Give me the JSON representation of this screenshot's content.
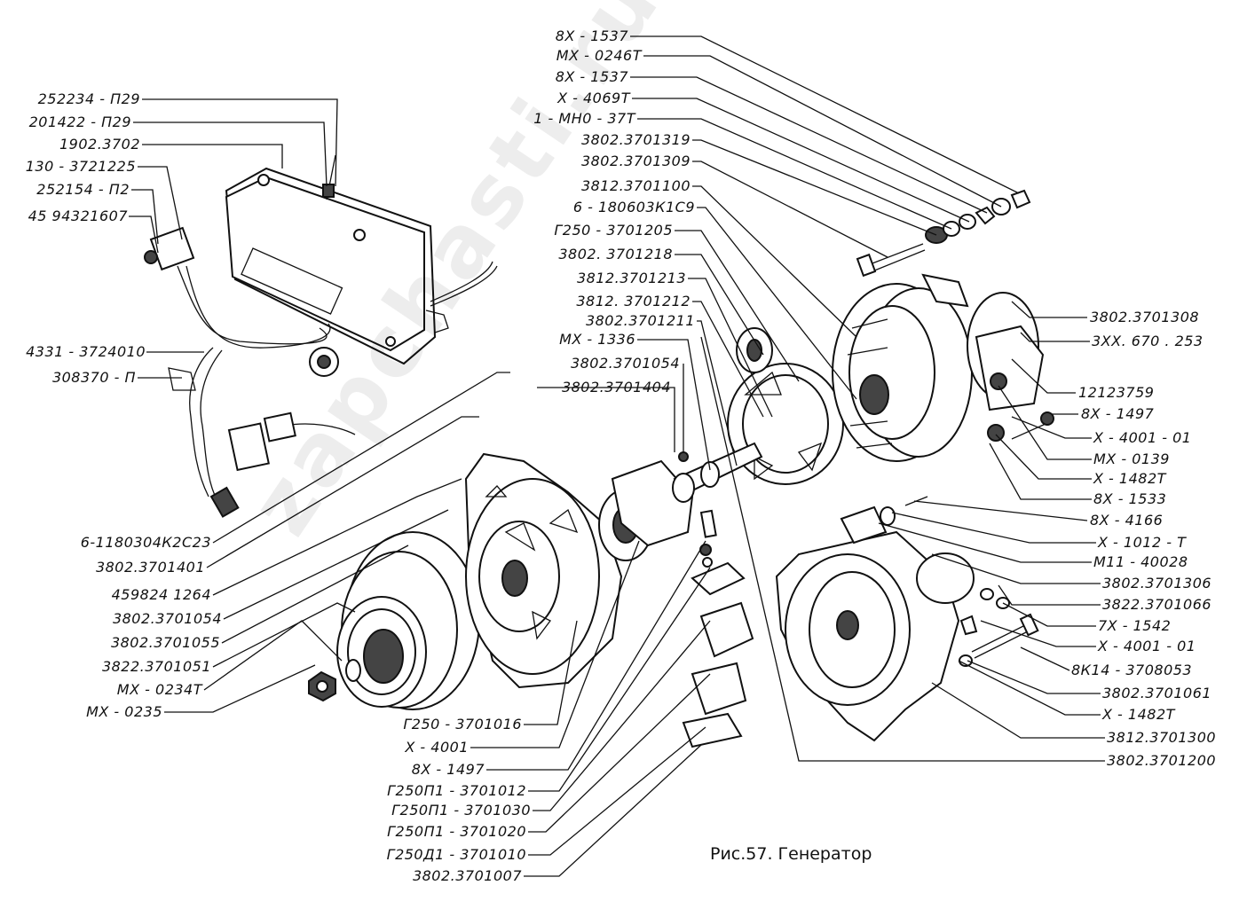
{
  "figure": {
    "caption": "Рис.57. Генератор",
    "watermark": "zapchasti.ru"
  },
  "labels_left": [
    "252234 - П29",
    "201422 - П29",
    "1902.3702",
    "130 - 3721225",
    "252154 - П2",
    "45 94321607",
    "4331 - 3724010",
    "308370 - П",
    "6-1180304К2С23",
    "3802.3701401",
    "459824 1264",
    "3802.3701054",
    "3802.3701055",
    "3822.3701051",
    "МХ - 0234Т",
    "МХ - 0235"
  ],
  "labels_top_center": [
    "8Х - 1537",
    "МХ - 0246Т",
    "8Х - 1537",
    "Х - 4069Т",
    "1 - МН0 - 37Т",
    "3802.3701319",
    "3802.3701309",
    "3812.3701100",
    "6 - 180603К1С9",
    "Г250 - 3701205",
    "3802. 3701218",
    "3812.3701213",
    "3812. 3701212",
    "3802.3701211",
    "МХ - 1336",
    "3802.3701054",
    "3802.3701404"
  ],
  "labels_bottom_center": [
    "Г250 - 3701016",
    "Х - 4001",
    "8Х - 1497",
    "Г250П1 - 3701012",
    "Г250П1 - 3701030",
    "Г250П1 - 3701020",
    "Г250Д1 - 3701010",
    "3802.3701007"
  ],
  "labels_right": [
    "3802.3701308",
    "3ХХ. 670 . 253",
    "12123759",
    "8Х - 1497",
    "Х - 4001 - 01",
    "МХ - 0139",
    "Х - 1482Т",
    "8Х - 1533",
    "8Х - 4166",
    "Х - 1012 - Т",
    "М11 - 40028",
    "3802.3701306",
    "3822.3701066",
    "7Х - 1542",
    "Х - 4001 - 01",
    "8К14 - 3708053",
    "3802.3701061",
    "Х - 1482Т",
    "3812.3701300",
    "3802.3701200"
  ]
}
